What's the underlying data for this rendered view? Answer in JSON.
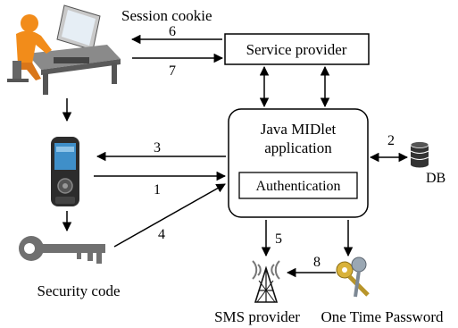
{
  "labels": {
    "session_cookie": "Session cookie",
    "service_provider": "Service provider",
    "java_midlet_line1": "Java MIDlet",
    "java_midlet_line2": "application",
    "authentication": "Authentication",
    "db": "DB",
    "security_code": "Security code",
    "sms_provider": "SMS provider",
    "one_time_password": "One Time Password"
  },
  "edges": {
    "e1": "1",
    "e2": "2",
    "e3": "3",
    "e4": "4",
    "e5": "5",
    "e6": "6",
    "e7": "7",
    "e8": "8"
  },
  "colors": {
    "person": "#f28c1a",
    "computer": "#5a5a5a",
    "phone": "#2c2c2c",
    "phone_screen": "#3f8fc9",
    "key": "#707070",
    "keys_gold": "#d9b23a",
    "db": "#333333"
  },
  "icons": [
    "user-at-computer-icon",
    "mobile-phone-icon",
    "key-icon",
    "antenna-icon",
    "keys-icon",
    "database-icon"
  ]
}
